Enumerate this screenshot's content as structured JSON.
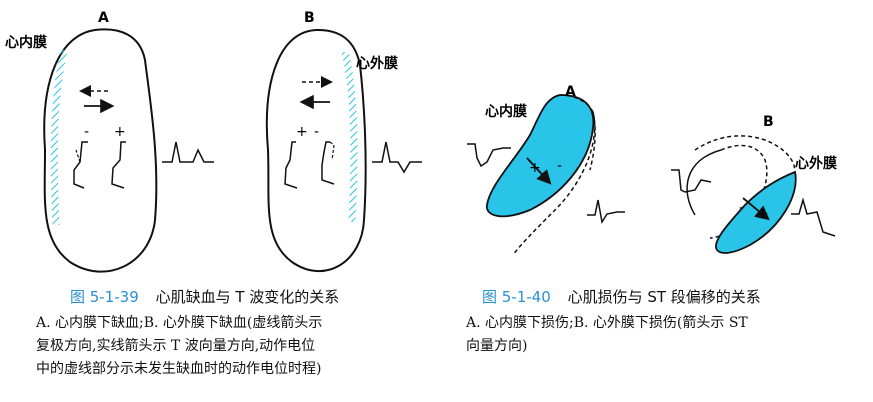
{
  "figure_left": {
    "label_a": "A",
    "label_b": "B",
    "endo_label": "心内膜",
    "epi_label": "心外膜",
    "sign_minus": "-",
    "sign_plus": "+",
    "caption_number": "图 5-1-39",
    "caption_title": "心肌缺血与 T 波变化的关系",
    "caption_lines": [
      "A. 心内膜下缺血;B. 心外膜下缺血(虚线箭头示",
      "复极方向,实线箭头示 T 波向量方向,动作电位",
      "中的虚线部分示未发生缺血时的动作电位时程)"
    ]
  },
  "figure_right": {
    "label_a": "A",
    "label_b": "B",
    "endo_label": "心内膜",
    "epi_label": "心外膜",
    "sign_minus": "-",
    "sign_plus": "+",
    "caption_number": "图 5-1-40",
    "caption_title": "心肌损伤与 ST 段偏移的关系",
    "caption_lines": [
      "A. 心内膜下损伤;B. 心外膜下损伤(箭头示 ST",
      "向量方向)"
    ]
  },
  "colors": {
    "accent_blue": "#2a8fd1",
    "injury_cyan": "#29c4e8",
    "ink": "#111111"
  }
}
